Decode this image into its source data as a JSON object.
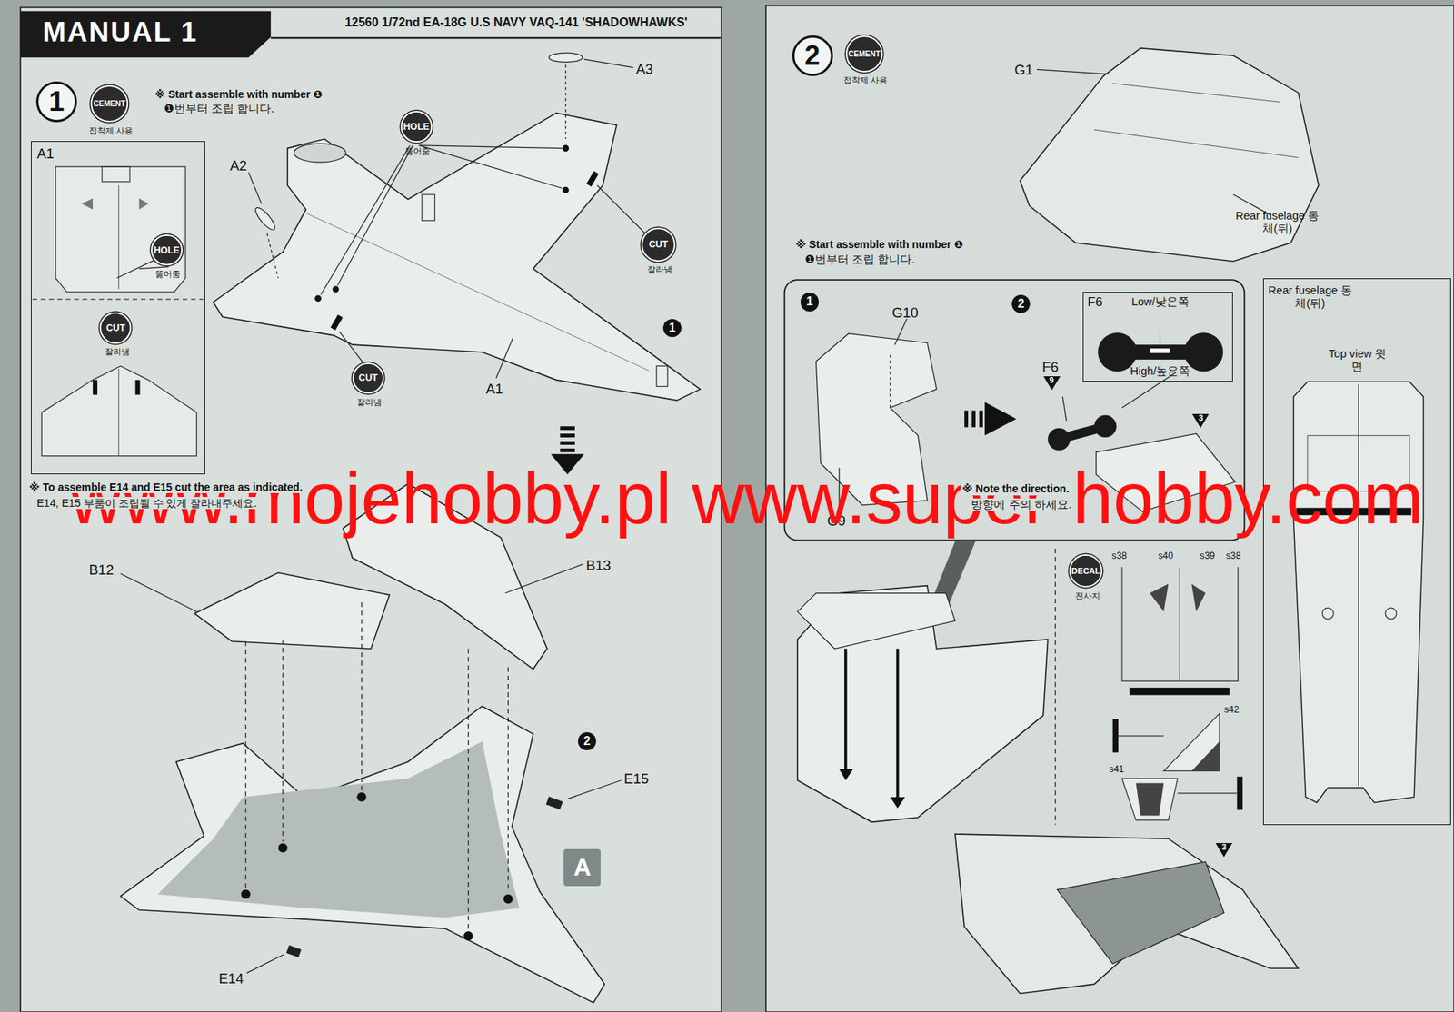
{
  "diagram": {
    "title": "MANUAL 1",
    "nodes": [
      {
        "text": [
          "1"
        ]
      },
      {
        "text": [
          "CEMENT",
          "접착제 사용"
        ]
      },
      {
        "text": [
          "A1"
        ]
      },
      {
        "text": [
          "HOLE",
          "뚫어줌"
        ],
        "in": 2
      },
      {
        "text": [
          "CUT",
          "잘라냄"
        ],
        "in": 2
      },
      {
        "text": [
          "HOLE",
          "뚫어줌"
        ]
      },
      {
        "text": [
          "CUT",
          "잘라냄"
        ]
      },
      {
        "text": [
          "1"
        ]
      },
      {
        "text": [
          "CUT",
          "잘라냄"
        ]
      },
      {
        "text": [
          "2"
        ]
      },
      {
        "text": [
          "A"
        ]
      },
      {
        "text": [
          "2"
        ]
      },
      {
        "text": [
          "CEMENT",
          "접착제 사용"
        ]
      },
      {
        "text": [
          "1"
        ]
      },
      {
        "text": [
          "2"
        ]
      },
      {
        "text": [
          "F6",
          "Low/낮은쪽",
          "High/높은쪽"
        ]
      },
      {
        "text": [
          "9"
        ]
      },
      {
        "text": [
          "3"
        ]
      },
      {
        "text": [
          "DECAL",
          "전사지"
        ]
      },
      {
        "text": [
          "3"
        ]
      },
      {
        "text": [
          "Rear fuselage 동체(뒤)",
          "Top view 윗면"
        ]
      }
    ],
    "labels": [
      "12560 1/72nd EA-18G U.S NAVY VAQ-141 'SHADOWHAWKS'",
      "※ Start assemble with number ❶",
      "❶번부터 조립 합니다.",
      "A3",
      "A2",
      "A1",
      "※ To assemble E14 and E15 cut the area as indicated.",
      "E14, E15 부품이 조립될 수 있게 잘라내주세요.",
      "B12",
      "B13",
      "E15",
      "E14",
      "www.mojehobby.pl www.super-hobby.com",
      "G1",
      "Rear fuselage 동체(뒤)",
      "※ Start assemble with number ❶",
      "❶번부터 조립 합니다.",
      "G10",
      "F6",
      "G9",
      "※ Note the direction.",
      "방향에 주의 하세요.",
      "s38",
      "s40",
      "s39",
      "s38",
      "s42",
      "s41"
    ]
  }
}
